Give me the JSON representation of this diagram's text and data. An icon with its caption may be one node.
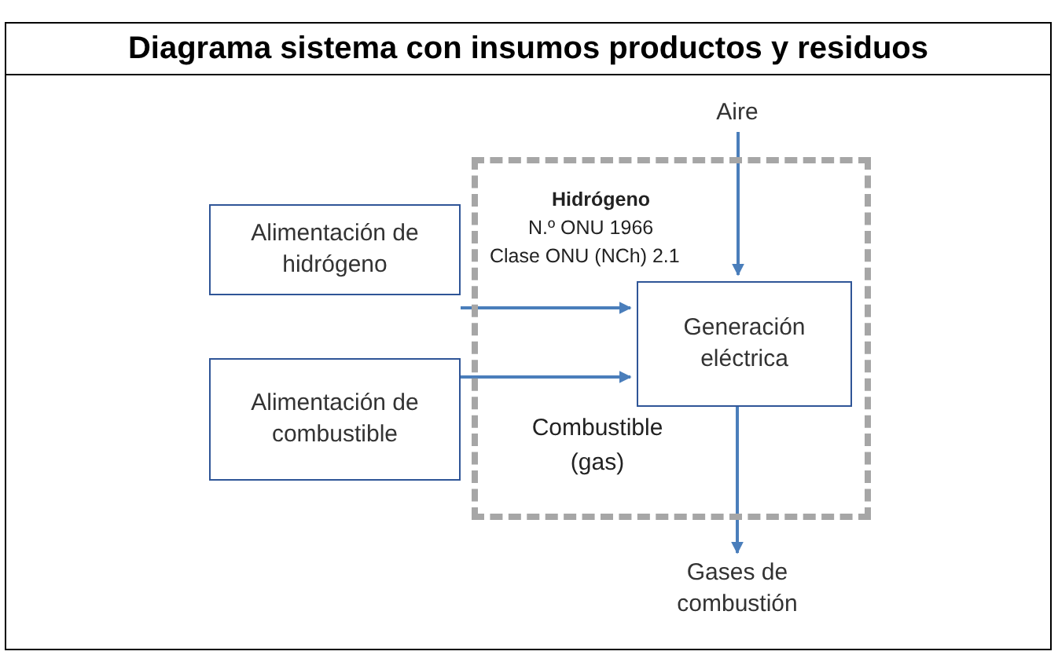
{
  "diagram": {
    "title": "Diagrama sistema con insumos productos y residuos",
    "nodes": [
      {
        "text": [],
        "shape": "box"
      },
      {
        "text": [
          "Alimentación de hidrógeno"
        ]
      },
      {
        "text": [
          "Alimentación de combustible"
        ]
      },
      {
        "text": [
          "Generación eléctrica"
        ],
        "in": 0
      },
      {
        "text": [
          "Aire"
        ]
      },
      {
        "text": [
          "Gases de combustión"
        ]
      }
    ],
    "edges": [
      {
        "from": 1,
        "to": 3,
        "arrow": "to"
      },
      {
        "from": 2,
        "to": 3,
        "arrow": "to"
      },
      {
        "from": 4,
        "to": 3,
        "arrow": "to"
      },
      {
        "from": 3,
        "to": 5,
        "arrow": "to"
      }
    ],
    "labels": [
      "Hidrógeno",
      "N.º ONU 1966",
      "Clase ONU (NCh) 2.1",
      "Combustible (gas)"
    ]
  }
}
